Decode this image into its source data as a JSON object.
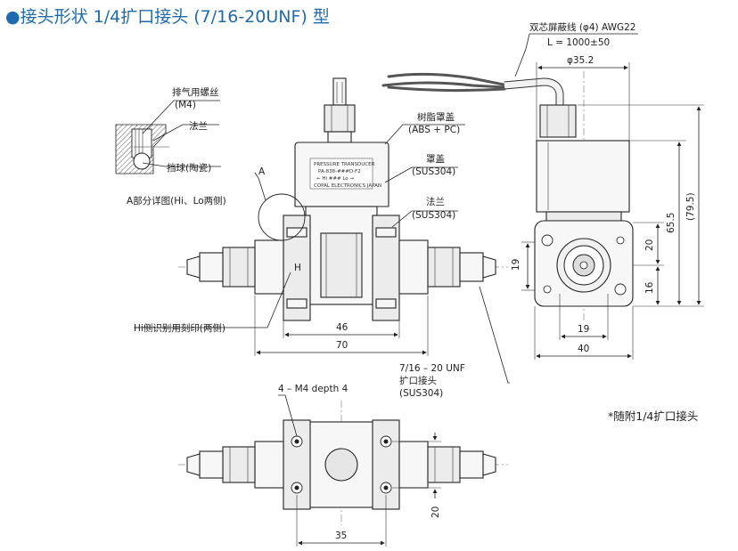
{
  "title": "●接头形状 1/4扩口接头 (7/16-20UNF) 型",
  "labels": {
    "vent_screw": "排气用螺丝",
    "vent_screw_size": "(M4)",
    "flange_detail": "法兰",
    "ball": "挡球(陶瓷)",
    "detail_a_mark": "A",
    "detail_a_caption": "A部分详图(Hi、Lo两侧)",
    "resin_cover": "树脂罩盖",
    "resin_cover_material": "(ABS + PC)",
    "cover": "罩盖",
    "cover_material": "(SUS304)",
    "flange": "法兰",
    "flange_material": "(SUS304)",
    "hi_mark_note": "Hi侧识别用刻印(两侧)",
    "hi_letter": "H",
    "flare_spec": "7/16 – 20 UNF",
    "flare_name": "扩口接头",
    "flare_material": "(SUS304)",
    "cable_spec": "双芯屏蔽线 (φ4) AWG22",
    "cable_length": "L = 1000±50",
    "tap_holes": "4 – M4 depth 4",
    "accessory_note": "*随附1/4扩口接头"
  },
  "nameplate": {
    "line1": "PRESSURE TRANSDUCER",
    "line2": "PA-838-###D-F2",
    "line3": "← Hi   ###   Lo →",
    "line4": "COPAL ELECTRONICS JAPAN"
  },
  "dimensions": {
    "front_inner_width": "46",
    "front_overall_width": "70",
    "side_diameter": "φ35.2",
    "side_height_19": "19",
    "side_height_20": "20",
    "side_height_16": "16",
    "side_height_65_5": "65.5",
    "side_height_79_5": "(79.5)",
    "side_width_19": "19",
    "side_width_40": "40",
    "bottom_width_35": "35",
    "bottom_height_20": "20"
  }
}
